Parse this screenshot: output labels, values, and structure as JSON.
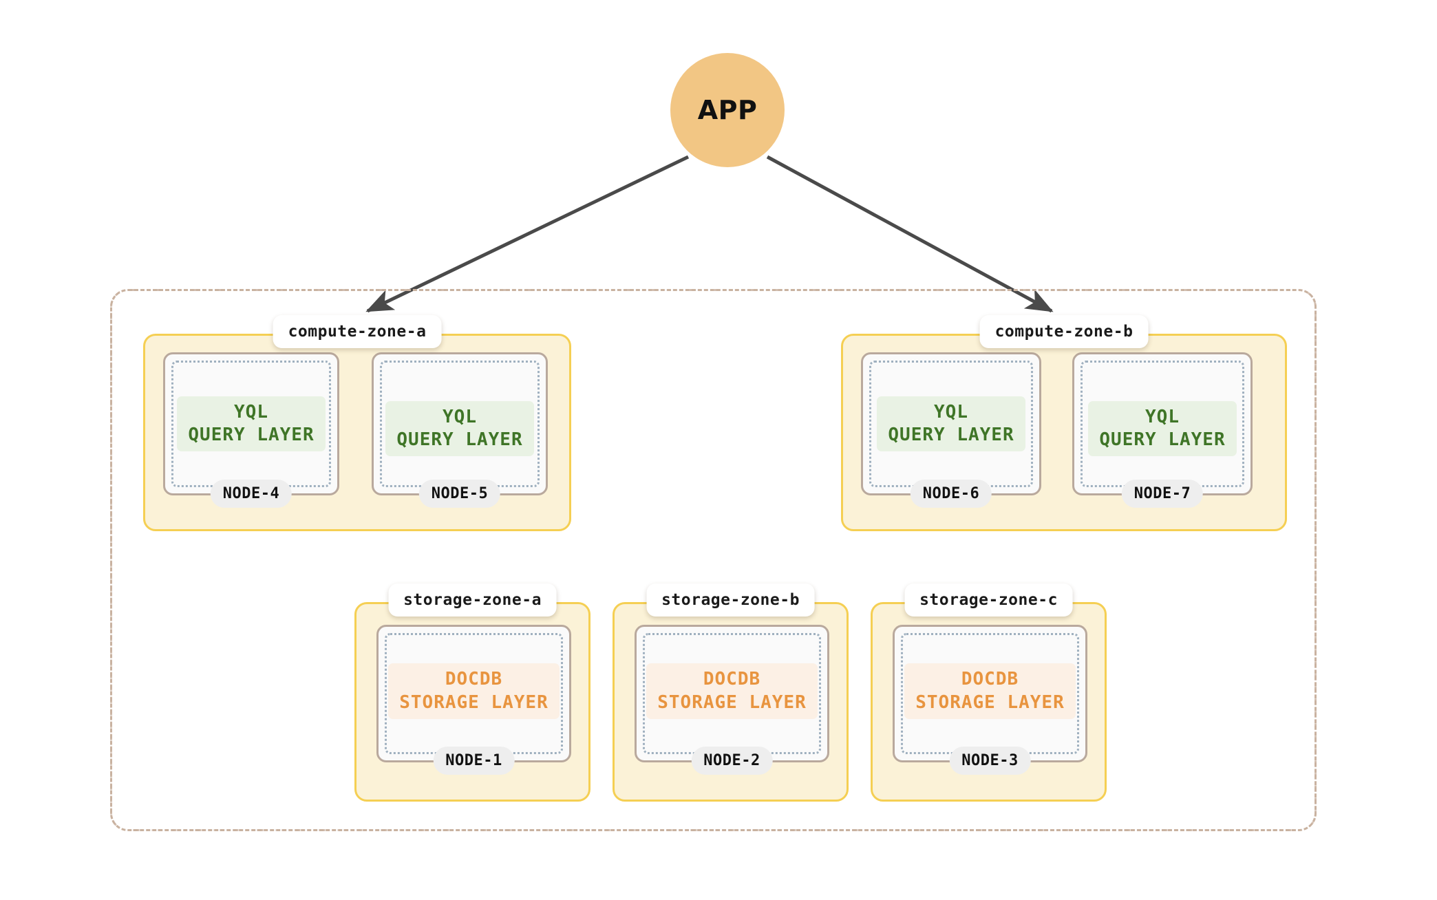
{
  "diagram": {
    "title": "APP",
    "app_node": {
      "label": "APP",
      "color": "#f2c684"
    },
    "colors": {
      "app_fill": "#f2c684",
      "zone_fill": "#fbf2d7",
      "zone_border": "#f5cf53",
      "node_border": "#b9a99d",
      "node_fill": "#fafafa",
      "node_dotted_border": "#9fb0bf",
      "cluster_border": "#c9b2a0",
      "yql_text": "#3f7527",
      "yql_bg": "#e9f2e4",
      "docdb_text": "#e8943f",
      "docdb_bg": "#fcf0e5",
      "arrow": "#4a4a4a",
      "pill_bg": "#eeeeee",
      "zone_label_bg": "#ffffff"
    },
    "edges": [
      {
        "from": "APP",
        "to": "compute-zone-a"
      },
      {
        "from": "APP",
        "to": "compute-zone-b"
      }
    ],
    "compute_zones": [
      {
        "id": "compute-zone-a",
        "label": "compute-zone-a",
        "nodes": [
          {
            "id": "node-4",
            "pill": "NODE-4",
            "layer_line1": "YQL",
            "layer_line2": "QUERY LAYER",
            "layer_type": "yql"
          },
          {
            "id": "node-5",
            "pill": "NODE-5",
            "layer_line1": "YQL",
            "layer_line2": "QUERY LAYER",
            "layer_type": "yql"
          }
        ]
      },
      {
        "id": "compute-zone-b",
        "label": "compute-zone-b",
        "nodes": [
          {
            "id": "node-6",
            "pill": "NODE-6",
            "layer_line1": "YQL",
            "layer_line2": "QUERY LAYER",
            "layer_type": "yql"
          },
          {
            "id": "node-7",
            "pill": "NODE-7",
            "layer_line1": "YQL",
            "layer_line2": "QUERY LAYER",
            "layer_type": "yql"
          }
        ]
      }
    ],
    "storage_zones": [
      {
        "id": "storage-zone-a",
        "label": "storage-zone-a",
        "nodes": [
          {
            "id": "node-1",
            "pill": "NODE-1",
            "layer_line1": "DOCDB",
            "layer_line2": "STORAGE LAYER",
            "layer_type": "docdb"
          }
        ]
      },
      {
        "id": "storage-zone-b",
        "label": "storage-zone-b",
        "nodes": [
          {
            "id": "node-2",
            "pill": "NODE-2",
            "layer_line1": "DOCDB",
            "layer_line2": "STORAGE LAYER",
            "layer_type": "docdb"
          }
        ]
      },
      {
        "id": "storage-zone-c",
        "label": "storage-zone-c",
        "nodes": [
          {
            "id": "node-3",
            "pill": "NODE-3",
            "layer_line1": "DOCDB",
            "layer_line2": "STORAGE LAYER",
            "layer_type": "docdb"
          }
        ]
      }
    ],
    "layer_texts": {
      "yql": "YQL\nQUERY LAYER",
      "docdb": "DOCDB\nSTORAGE LAYER"
    }
  }
}
